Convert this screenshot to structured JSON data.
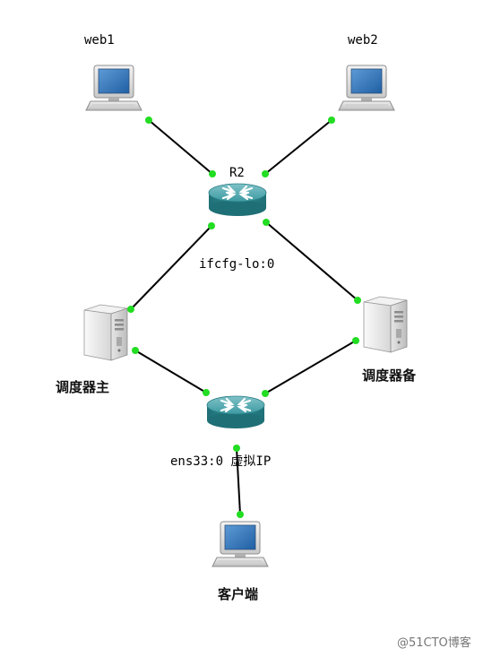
{
  "labels": {
    "web1": "web1",
    "web2": "web2",
    "router_top": "R2",
    "loopback": "ifcfg-lo:0",
    "sched_main": "调度器主",
    "sched_backup": "调度器备",
    "vip": "ens33:0 虚拟IP",
    "client": "客户端"
  },
  "watermark": "@51CTO博客",
  "colors": {
    "link": "#000000",
    "port": "#22dd22",
    "router": "#2e8f96",
    "monitor_screen": "#3a7fc1"
  },
  "icons": {
    "pc": "desktop-computer-icon",
    "router": "router-icon",
    "server": "tower-server-icon"
  }
}
